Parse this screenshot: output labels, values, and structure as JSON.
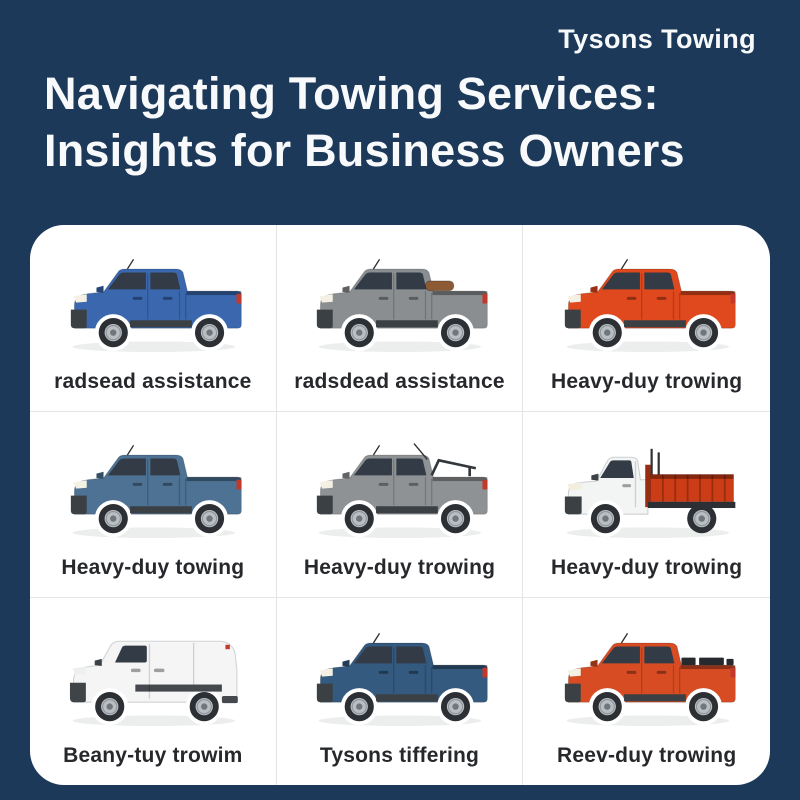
{
  "brand": "Tysons Towing",
  "heading": {
    "line1": "Navigating Towing Services:",
    "line2": "Insights for Business Owners"
  },
  "colors": {
    "background": "#1c3959",
    "card": "#ffffff",
    "grid_line": "#e2e4e6",
    "caption_text": "#26282b",
    "heading_text": "#f7f9fb",
    "window_glass": "#323b46",
    "shadow": "#eceded"
  },
  "grid": {
    "cells": [
      {
        "caption": "radsead assistance",
        "vehicle": "pickup",
        "body_color": "#3a67ae",
        "icon": "blue-pickup-truck"
      },
      {
        "caption": "radsdead assistance",
        "vehicle": "pickup-cargo",
        "body_color": "#8b8e90",
        "icon": "gray-pickup-truck"
      },
      {
        "caption": "Heavy-duy trowing",
        "vehicle": "pickup",
        "body_color": "#e0481d",
        "icon": "orange-pickup-truck"
      },
      {
        "caption": "Heavy-duy towing",
        "vehicle": "pickup",
        "body_color": "#4d7293",
        "icon": "steel-blue-pickup-truck"
      },
      {
        "caption": "Heavy-duy trowing",
        "vehicle": "pickup-rack",
        "body_color": "#8f9295",
        "icon": "gray-pickup-truck-with-rack"
      },
      {
        "caption": "Heavy-duy trowing",
        "vehicle": "flatbed",
        "body_color": "#f3f4f4",
        "accent_color": "#cc3c16",
        "icon": "white-flatbed-stake-truck"
      },
      {
        "caption": "Beany-tuy trowim",
        "vehicle": "van",
        "body_color": "#f4f5f4",
        "icon": "white-cargo-van"
      },
      {
        "caption": "Tysons tiffering",
        "vehicle": "pickup",
        "body_color": "#345a7f",
        "icon": "dark-blue-pickup-truck"
      },
      {
        "caption": "Reev-duy trowing",
        "vehicle": "pickup-toolbox",
        "body_color": "#d84c24",
        "icon": "orange-pickup-truck-with-toolbox"
      }
    ]
  }
}
